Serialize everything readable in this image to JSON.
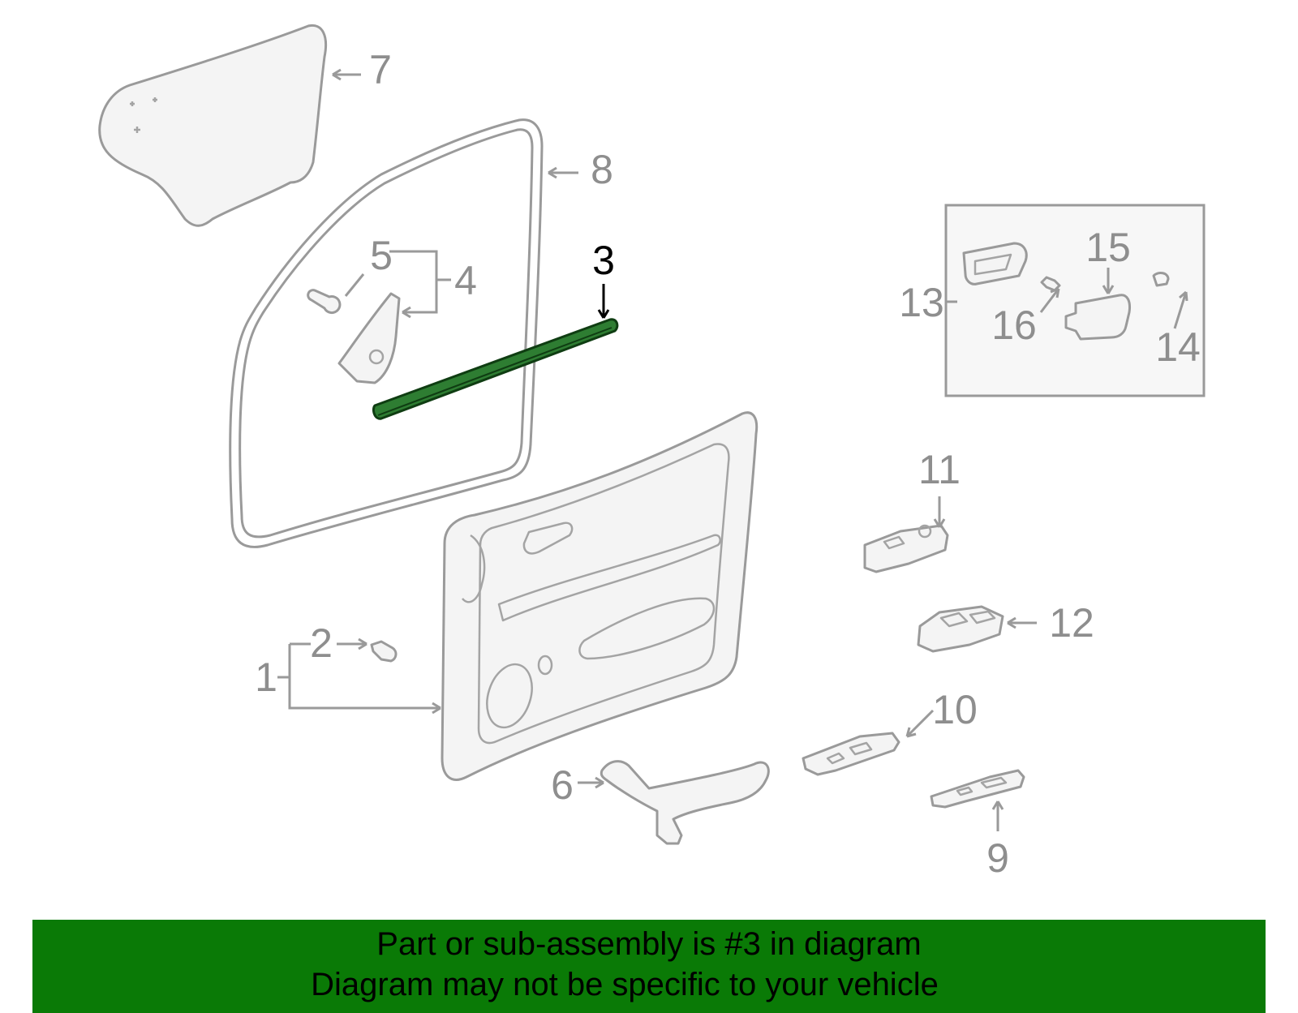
{
  "callouts": {
    "c1": "1",
    "c2": "2",
    "c3": "3",
    "c4": "4",
    "c5": "5",
    "c6": "6",
    "c7": "7",
    "c8": "8",
    "c9": "9",
    "c10": "10",
    "c11": "11",
    "c12": "12",
    "c13": "13",
    "c14": "14",
    "c15": "15",
    "c16": "16"
  },
  "highlighted_part": "3",
  "colors": {
    "banner": "#0a7a06",
    "highlight_part": "#2e7d32",
    "part_outline": "#9a9a9a"
  },
  "banner": {
    "line1": "Part or sub-assembly is #3 in diagram",
    "line2": "Diagram may not be specific to your vehicle"
  }
}
